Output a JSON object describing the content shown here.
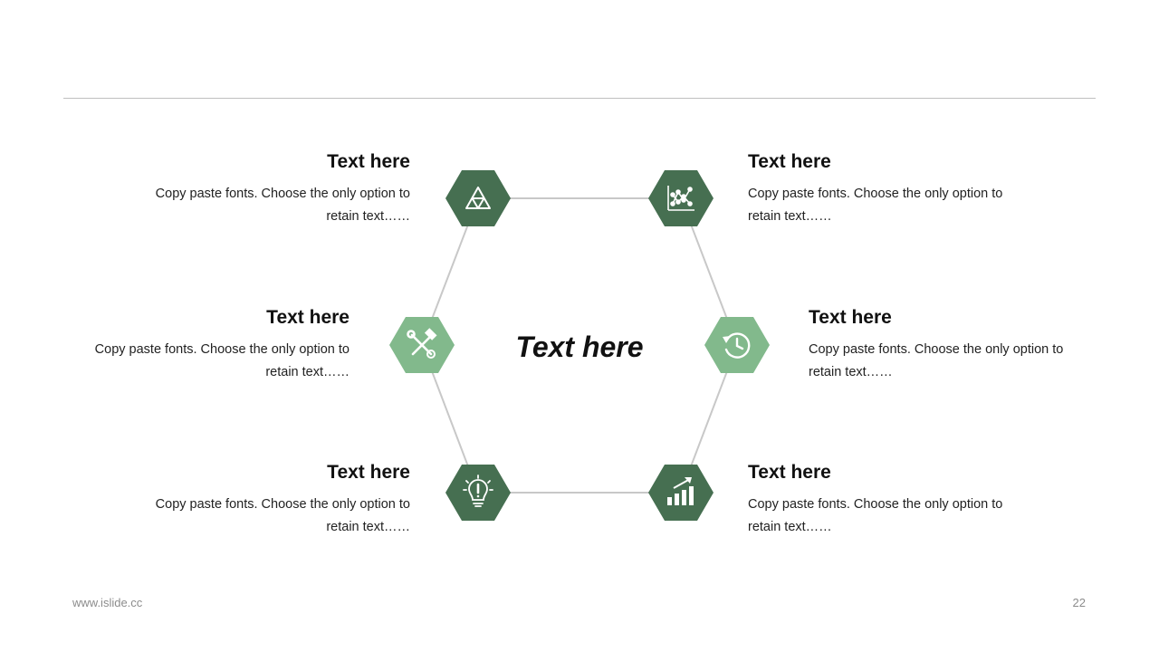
{
  "center_title": "Text here",
  "nodes": [
    {
      "id": "top-left",
      "icon": "triangle-icon",
      "heading": "Text here",
      "body": "Copy paste fonts. Choose the only option to retain text……",
      "color": "#466f51"
    },
    {
      "id": "top-right",
      "icon": "line-chart-icon",
      "heading": "Text here",
      "body": "Copy paste fonts. Choose the only option to retain text……",
      "color": "#466f51"
    },
    {
      "id": "mid-left",
      "icon": "tools-icon",
      "heading": "Text here",
      "body": "Copy paste fonts. Choose the only option to retain text……",
      "color": "#82b98c"
    },
    {
      "id": "mid-right",
      "icon": "history-icon",
      "heading": "Text here",
      "body": "Copy paste fonts. Choose the only option to retain text……",
      "color": "#82b98c"
    },
    {
      "id": "bottom-left",
      "icon": "lightbulb-icon",
      "heading": "Text here",
      "body": "Copy paste fonts. Choose the only option to retain text……",
      "color": "#466f51"
    },
    {
      "id": "bottom-right",
      "icon": "bar-growth-icon",
      "heading": "Text here",
      "body": "Copy paste fonts. Choose the only option to retain text……",
      "color": "#466f51"
    }
  ],
  "footer": {
    "url": "www.islide.cc",
    "page_number": "22"
  },
  "colors": {
    "dark_green": "#466f51",
    "light_green": "#82b98c",
    "connector": "#c8c8c8",
    "rule": "#bfbfbf"
  }
}
